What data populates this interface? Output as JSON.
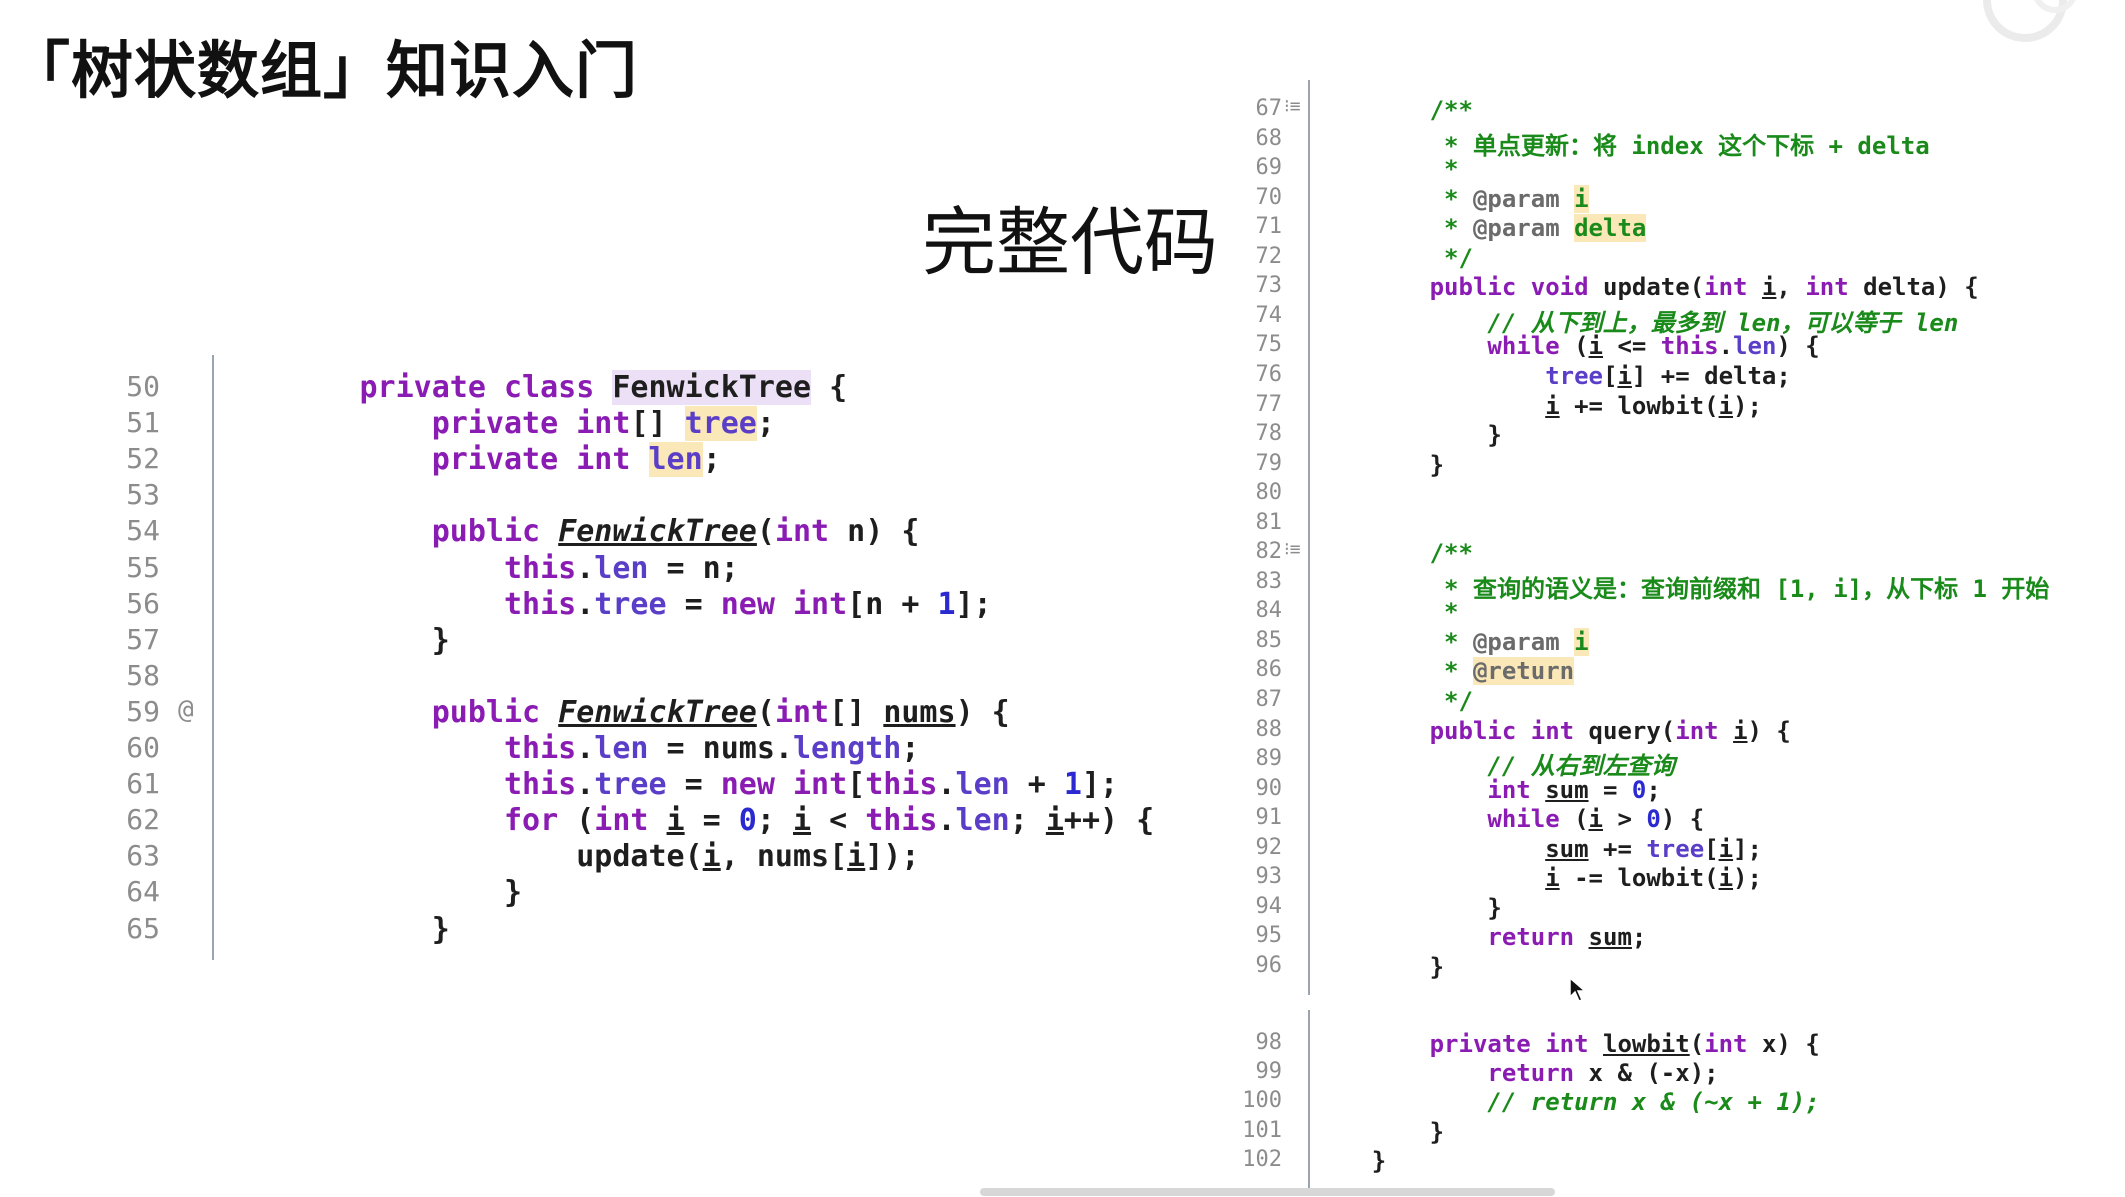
{
  "slide": {
    "title": "「树状数组」知识入门",
    "subtitle": "完整代码"
  },
  "left_code": {
    "lines": [
      {
        "n": "50",
        "html": "        <span class=\"k\">private class</span> <span class=\"hlp\">FenwickTree</span> {"
      },
      {
        "n": "51",
        "html": "            <span class=\"k\">private int</span>[] <span class=\"f hl\">tree</span>;"
      },
      {
        "n": "52",
        "html": "            <span class=\"k\">private int</span> <span class=\"f hl\">len</span>;"
      },
      {
        "n": "53",
        "html": ""
      },
      {
        "n": "54",
        "html": "            <span class=\"k\">public</span> <span class=\"it\">FenwickTree</span>(<span class=\"k\">int</span> n) {"
      },
      {
        "n": "55",
        "html": "                <span class=\"k\">this</span>.<span class=\"f\">len</span> = n;"
      },
      {
        "n": "56",
        "html": "                <span class=\"k\">this</span>.<span class=\"f\">tree</span> = <span class=\"k\">new int</span>[n + <span class=\"n\">1</span>];"
      },
      {
        "n": "57",
        "html": "            }"
      },
      {
        "n": "58",
        "html": ""
      },
      {
        "n": "59",
        "html": "            <span class=\"k\">public</span> <span class=\"it\">FenwickTree</span>(<span class=\"k\">int</span>[] <span class=\"u\">nums</span>) {"
      },
      {
        "n": "60",
        "html": "                <span class=\"k\">this</span>.<span class=\"f\">len</span> = nums.<span class=\"f\">length</span>;"
      },
      {
        "n": "61",
        "html": "                <span class=\"k\">this</span>.<span class=\"f\">tree</span> = <span class=\"k\">new int</span>[<span class=\"k\">this</span>.<span class=\"f\">len</span> + <span class=\"n\">1</span>];"
      },
      {
        "n": "62",
        "html": "                <span class=\"k\">for</span> (<span class=\"k\">int</span> <span class=\"u\">i</span> = <span class=\"n\">0</span>; <span class=\"u\">i</span> &lt; <span class=\"k\">this</span>.<span class=\"f\">len</span>; <span class=\"u\">i</span>++) {"
      },
      {
        "n": "63",
        "html": "                    update(<span class=\"u\">i</span>, nums[<span class=\"u\">i</span>]);"
      },
      {
        "n": "64",
        "html": "                }"
      },
      {
        "n": "65",
        "html": "            }"
      }
    ],
    "marker_line": "59",
    "marker": "@"
  },
  "right_code_top": {
    "lines": [
      {
        "n": "67",
        "html": "        <span class=\"cb\">/**</span>"
      },
      {
        "n": "68",
        "html": "         <span class=\"cb\">* 单点更新：将 index 这个下标 + delta</span>"
      },
      {
        "n": "69",
        "html": "         <span class=\"cb\">*</span>"
      },
      {
        "n": "70",
        "html": "         <span class=\"cb\">*</span> <span class=\"d\">@param</span> <span class=\"hl cb\">i</span>"
      },
      {
        "n": "71",
        "html": "         <span class=\"cb\">*</span> <span class=\"d\">@param</span> <span class=\"hl cb\">delta</span>"
      },
      {
        "n": "72",
        "html": "         <span class=\"cb\">*/</span>"
      },
      {
        "n": "73",
        "html": "        <span class=\"k\">public void</span> update(<span class=\"k\">int</span> <span class=\"u\">i</span>, <span class=\"k\">int</span> delta) {"
      },
      {
        "n": "74",
        "html": "            <span class=\"c\">// 从下到上，最多到 len，可以等于 len</span>"
      },
      {
        "n": "75",
        "html": "            <span class=\"k\">while</span> (<span class=\"u\">i</span> &lt;= <span class=\"k\">this</span>.<span class=\"f\">len</span>) {"
      },
      {
        "n": "76",
        "html": "                <span class=\"f\">tree</span>[<span class=\"u\">i</span>] += delta;"
      },
      {
        "n": "77",
        "html": "                <span class=\"u\">i</span> += lowbit(<span class=\"u\">i</span>);"
      },
      {
        "n": "78",
        "html": "            }"
      },
      {
        "n": "79",
        "html": "        }"
      },
      {
        "n": "80",
        "html": ""
      },
      {
        "n": "81",
        "html": ""
      },
      {
        "n": "82",
        "html": "        <span class=\"cb\">/**</span>"
      },
      {
        "n": "83",
        "html": "         <span class=\"cb\">* 查询的语义是：查询前缀和 [1, i]，从下标 1 开始</span>"
      },
      {
        "n": "84",
        "html": "         <span class=\"cb\">*</span>"
      },
      {
        "n": "85",
        "html": "         <span class=\"cb\">*</span> <span class=\"d\">@param</span> <span class=\"hl cb\">i</span>"
      },
      {
        "n": "86",
        "html": "         <span class=\"cb\">*</span> <span class=\"d hl\">@return</span>"
      },
      {
        "n": "87",
        "html": "         <span class=\"cb\">*/</span>"
      },
      {
        "n": "88",
        "html": "        <span class=\"k\">public int</span> query(<span class=\"k\">int</span> <span class=\"u\">i</span>) {"
      },
      {
        "n": "89",
        "html": "            <span class=\"c\">// 从右到左查询</span>"
      },
      {
        "n": "90",
        "html": "            <span class=\"k\">int</span> <span class=\"u\">sum</span> = <span class=\"n\">0</span>;"
      },
      {
        "n": "91",
        "html": "            <span class=\"k\">while</span> (<span class=\"u\">i</span> &gt; <span class=\"n\">0</span>) {"
      },
      {
        "n": "92",
        "html": "                <span class=\"u\">sum</span> += <span class=\"f\">tree</span>[<span class=\"u\">i</span>];"
      },
      {
        "n": "93",
        "html": "                <span class=\"u\">i</span> -= lowbit(<span class=\"u\">i</span>);"
      },
      {
        "n": "94",
        "html": "            }"
      },
      {
        "n": "95",
        "html": "            <span class=\"k\">return</span> <span class=\"u\">sum</span>;"
      },
      {
        "n": "96",
        "html": "        }"
      }
    ],
    "fold_markers": [
      "67",
      "82"
    ]
  },
  "right_code_bottom": {
    "lines": [
      {
        "n": "98",
        "html": "        <span class=\"k\">private int</span> <span class=\"u\">lowbit</span>(<span class=\"k\">int</span> x) {"
      },
      {
        "n": "99",
        "html": "            <span class=\"k\">return</span> x &amp; (-x);"
      },
      {
        "n": "100",
        "html": "            <span class=\"c\">// return x &amp; (~x + 1);</span>"
      },
      {
        "n": "101",
        "html": "        }"
      },
      {
        "n": "102",
        "html": "    }"
      }
    ]
  },
  "colors": {
    "keyword": "#8a1bb3",
    "field": "#5a3ec8",
    "number": "#2a2ad0",
    "comment": "#1a8a1a",
    "highlight": "#fbe8b8"
  }
}
